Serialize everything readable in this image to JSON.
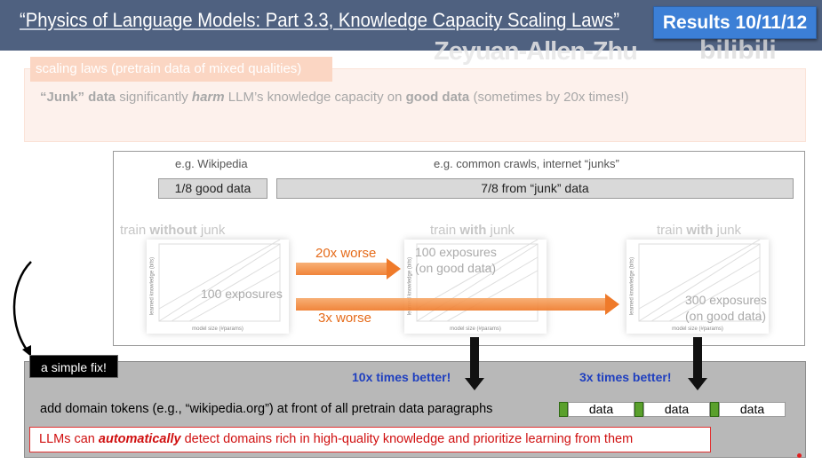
{
  "header": {
    "title": "“Physics of Language Models: Part 3.3, Knowledge Capacity Scaling Laws”",
    "results_button": "Results 10/11/12"
  },
  "watermark": {
    "author": "Zeyuan-Allen-Zhu",
    "logo": "bilibili"
  },
  "summary": {
    "label": "scaling laws (pretrain data of mixed qualities)",
    "junk_q": "“Junk”",
    "data1": " data",
    "sig": " significantly ",
    "harm": "harm",
    "mid": " LLM’s knowledge capacity on ",
    "good": "good data",
    "tail": " (sometimes by 20x times!)"
  },
  "diagram": {
    "eg_wiki": "e.g. Wikipedia",
    "eg_crawl": "e.g. common crawls, internet “junks”",
    "good_box": "1/8 good data",
    "junk_box": "7/8 from “junk” data",
    "panels": [
      {
        "pre": "train ",
        "bold": "without",
        "post": " junk",
        "note1": "100 exposures",
        "note2": ""
      },
      {
        "pre": "train ",
        "bold": "with",
        "post": " junk",
        "note1": "100 exposures",
        "note2": "(on good data)"
      },
      {
        "pre": "train ",
        "bold": "with",
        "post": " junk",
        "note1": "300 exposures",
        "note2": "(on good data)"
      }
    ],
    "arrow_20x": "20x worse",
    "arrow_3x": "3x worse",
    "plot_xlabel": "model size (#params)",
    "plot_ylabel": "learned knowledge (bits)"
  },
  "fix": {
    "label": "a simple fix!",
    "better_10x": "10x times better!",
    "better_3x": "3x times better!",
    "add_text": "add domain tokens (e.g., “wikipedia.org”) at front of all pretrain data paragraphs",
    "data_tokens": [
      "data",
      "data",
      "data"
    ],
    "red_pre": "LLMs can ",
    "red_bold": "automatically",
    "red_post": " detect domains rich in high-quality knowledge and prioritize learning from them"
  },
  "colors": {
    "header": "#4f6180",
    "results": "#3c7fd6",
    "orange": "#ef7a2a",
    "blue_text": "#1f3fbf",
    "red": "#d01010",
    "token_green": "#5aa02c"
  }
}
